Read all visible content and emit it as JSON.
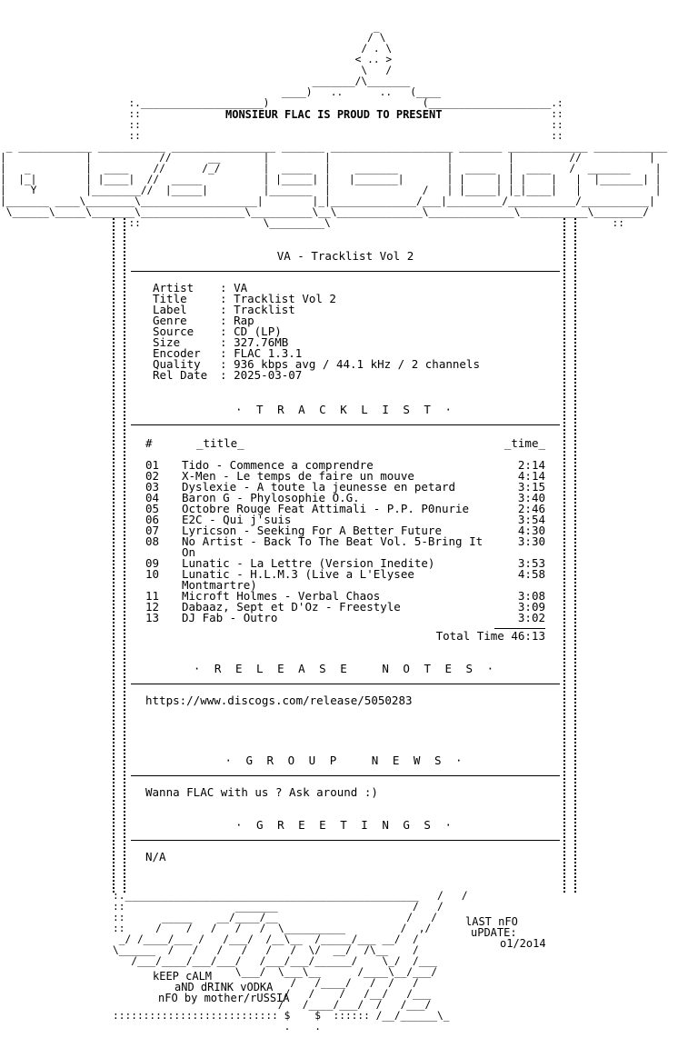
{
  "header": {
    "presenter": "MONSIEUR FLAC IS PROUD TO PRESENT"
  },
  "release": {
    "heading": "VA - Tracklist Vol 2",
    "info": [
      {
        "key": "Artist",
        "value": "VA"
      },
      {
        "key": "Title",
        "value": "Tracklist Vol 2"
      },
      {
        "key": "Label",
        "value": "Tracklist"
      },
      {
        "key": "Genre",
        "value": "Rap"
      },
      {
        "key": "Source",
        "value": "CD (LP)"
      },
      {
        "key": "Size",
        "value": "327.76MB"
      },
      {
        "key": "Encoder",
        "value": "FLAC 1.3.1"
      },
      {
        "key": "Quality",
        "value": "936 kbps avg / 44.1 kHz / 2 channels"
      },
      {
        "key": "Rel Date",
        "value": "2025-03-07"
      }
    ]
  },
  "tracklist": {
    "section_title": "· T R A C K L I S T ·",
    "col_num": "#",
    "col_title": "_title_",
    "col_time": "_time_",
    "tracks": [
      {
        "num": "01",
        "title": "Tido - Commence a comprendre",
        "time": "2:14"
      },
      {
        "num": "02",
        "title": "X-Men - Le temps de faire un mouve",
        "time": "4:14"
      },
      {
        "num": "03",
        "title": "Dyslexie - A toute la jeunesse en petard",
        "time": "3:15"
      },
      {
        "num": "04",
        "title": "Baron G - Phylosophie O.G.",
        "time": "3:40"
      },
      {
        "num": "05",
        "title": "Octobre Rouge Feat Attimali - P.P. P0nurie",
        "time": "2:46"
      },
      {
        "num": "06",
        "title": "E2C - Qui j'suis",
        "time": "3:54"
      },
      {
        "num": "07",
        "title": "Lyricson - Seeking For A Better Future",
        "time": "4:30"
      },
      {
        "num": "08",
        "title": "No Artist - Back To The Beat Vol. 5-Bring It\nOn",
        "time": "3:30"
      },
      {
        "num": "09",
        "title": "Lunatic - La Lettre (Version Inedite)",
        "time": "3:53"
      },
      {
        "num": "10",
        "title": "Lunatic - H.L.M.3 (Live a L'Elysee\nMontmartre)",
        "time": "4:58"
      },
      {
        "num": "11",
        "title": "Microft Holmes - Verbal Chaos",
        "time": "3:08"
      },
      {
        "num": "12",
        "title": "Dabaaz, Sept et D'Oz - Freestyle",
        "time": "3:09"
      },
      {
        "num": "13",
        "title": "DJ Fab - Outro",
        "time": "3:02"
      }
    ],
    "total_label": "Total Time",
    "total_time": "46:13"
  },
  "release_notes": {
    "section_title": "· R E L E A S E   N O T E S ·",
    "text": "https://www.discogs.com/release/5050283"
  },
  "group_news": {
    "section_title": "· G R O U P   N E W S ·",
    "text": "Wanna FLAC with us ? Ask around :)"
  },
  "greetings": {
    "section_title": "· G R E E T I N G S ·",
    "text": "N/A"
  },
  "footer": {
    "last_nfo": "lAST nFO",
    "update": "uPDATE:",
    "update_date": "o1/2o14",
    "keep_calm": "kEEP cALM",
    "drink_vodka": "aND dRINK vODKA",
    "nfo_by": "nFO by mother/rUSSIA"
  }
}
